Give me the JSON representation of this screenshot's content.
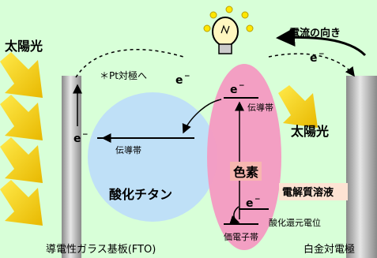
{
  "labels": {
    "sunlight_left": "太陽光",
    "sunlight_right": "太陽光",
    "current_direction": "電流の向き",
    "pt_counter": "＊Pt対極へ",
    "electron": "e",
    "electron_sup": "−",
    "conduction_band_tio2": "伝導帯",
    "conduction_band_dye": "伝導帯",
    "titanium_oxide": "酸化チタン",
    "dye": "色素",
    "electrolyte": "電解質溶液",
    "redox_potential": "酸化還元電位",
    "valence_band": "価電子帯",
    "fto_substrate": "導電性ガラス基板(FTO)",
    "pt_counter_electrode": "白金対電極"
  },
  "icons": {
    "sun_arrows": "sunlight-arrow-icon",
    "bulb": "light-bulb-icon"
  },
  "colors": {
    "background": "#d8ffd8",
    "sun_arrow": "#f4d000",
    "tio2_circle": "#bfe0f7",
    "dye_ellipse": "#f49ac2",
    "dye_label_bg": "#f7b6b0",
    "electrolyte_label_bg": "#fde3d3",
    "electrode": "#b8b8b8"
  }
}
